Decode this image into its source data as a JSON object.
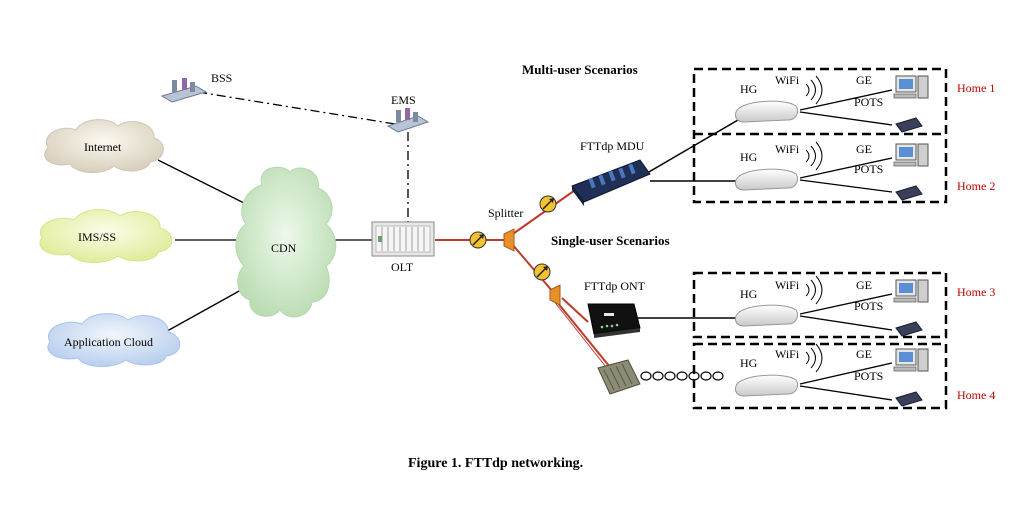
{
  "labels": {
    "bss": "BSS",
    "ems": "EMS",
    "internet": "Internet",
    "ims": "IMS/SS",
    "app_cloud": "Application Cloud",
    "cdn": "CDN",
    "olt": "OLT",
    "splitter": "Splitter",
    "mdu": "FTTdp MDU",
    "ont": "FTTdp ONT",
    "multi_user": "Multi-user Scenarios",
    "single_user": "Single-user Scenarios",
    "hg": "HG",
    "wifi": "WiFi",
    "ge": "GE",
    "pots": "POTS",
    "caption": "Figure 1. FTTdp networking."
  },
  "homes": [
    "Home 1",
    "Home 2",
    "Home 3",
    "Home 4"
  ],
  "colors": {
    "fiber": "#c0392b",
    "cloud_gray": "#e3dccd",
    "cloud_lime": "#eef5b0",
    "cloud_blue": "#cfdff3",
    "cdn_green": "#cce8c6",
    "home_label": "#c00000"
  }
}
